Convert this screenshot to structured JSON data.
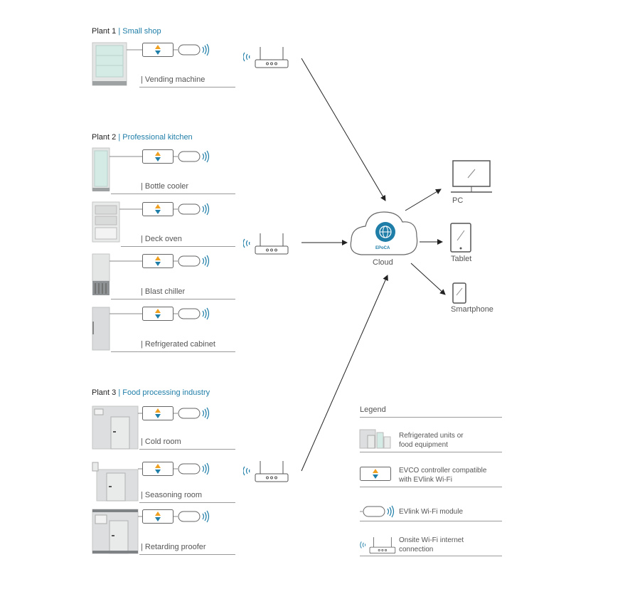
{
  "plants": [
    {
      "number": "Plant 1",
      "name": "Small shop",
      "devices": [
        "Vending machine"
      ]
    },
    {
      "number": "Plant 2",
      "name": "Professional kitchen",
      "devices": [
        "Bottle cooler",
        "Deck oven",
        "Blast chiller",
        "Refrigerated cabinet"
      ]
    },
    {
      "number": "Plant 3",
      "name": "Food processing industry",
      "devices": [
        "Cold room",
        "Seasoning room",
        "Retarding proofer"
      ]
    }
  ],
  "cloud": {
    "label": "Cloud",
    "badge": "EPoCA"
  },
  "outputs": [
    "PC",
    "Tablet",
    "Smartphone"
  ],
  "legend": {
    "title": "Legend",
    "items": [
      {
        "line1": "Refrigerated units or",
        "line2": "food equipment",
        "icon": "equipment-icon"
      },
      {
        "line1": "EVCO controller compatible",
        "line2": "with EVlink Wi-Fi",
        "icon": "controller-icon"
      },
      {
        "line1": "EVlink Wi-Fi module",
        "line2": "",
        "icon": "wifi-module-icon"
      },
      {
        "line1": "Onsite Wi-Fi internet",
        "line2": "connection",
        "icon": "router-icon"
      }
    ]
  },
  "colors": {
    "accent_blue": "#1f7ea8",
    "accent_orange": "#f0a020",
    "line_gray": "#9a9a9a"
  }
}
